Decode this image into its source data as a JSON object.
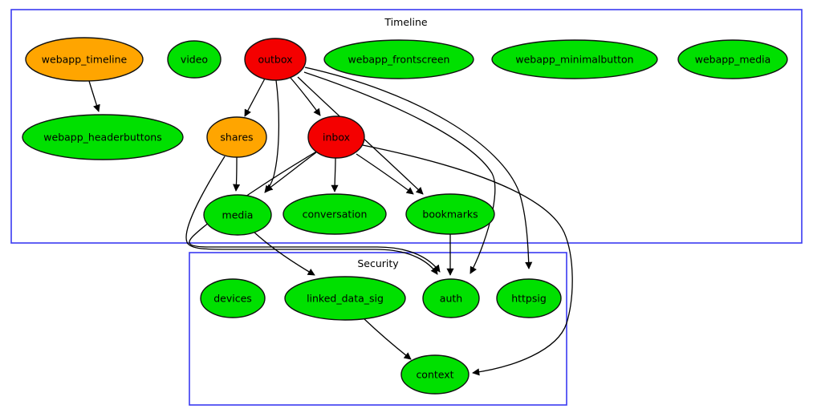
{
  "diagram": {
    "colors": {
      "green": "#00e000",
      "orange": "#ffa500",
      "red": "#f40000",
      "cluster_border": "#3a3af2",
      "node_border": "#111111",
      "edge": "#000000",
      "background": "#ffffff",
      "text": "#000000"
    },
    "clusters": [
      {
        "id": "timeline",
        "label": "Timeline"
      },
      {
        "id": "security",
        "label": "Security"
      }
    ],
    "nodes": [
      {
        "id": "webapp_timeline",
        "label": "webapp_timeline",
        "color": "orange",
        "cluster": "timeline"
      },
      {
        "id": "video",
        "label": "video",
        "color": "green",
        "cluster": "timeline"
      },
      {
        "id": "outbox",
        "label": "outbox",
        "color": "red",
        "cluster": "timeline"
      },
      {
        "id": "webapp_frontscreen",
        "label": "webapp_frontscreen",
        "color": "green",
        "cluster": "timeline"
      },
      {
        "id": "webapp_minimalbutton",
        "label": "webapp_minimalbutton",
        "color": "green",
        "cluster": "timeline"
      },
      {
        "id": "webapp_media",
        "label": "webapp_media",
        "color": "green",
        "cluster": "timeline"
      },
      {
        "id": "webapp_headerbuttons",
        "label": "webapp_headerbuttons",
        "color": "green",
        "cluster": "timeline"
      },
      {
        "id": "shares",
        "label": "shares",
        "color": "orange",
        "cluster": "timeline"
      },
      {
        "id": "inbox",
        "label": "inbox",
        "color": "red",
        "cluster": "timeline"
      },
      {
        "id": "media",
        "label": "media",
        "color": "green",
        "cluster": "timeline"
      },
      {
        "id": "conversation",
        "label": "conversation",
        "color": "green",
        "cluster": "timeline"
      },
      {
        "id": "bookmarks",
        "label": "bookmarks",
        "color": "green",
        "cluster": "timeline"
      },
      {
        "id": "devices",
        "label": "devices",
        "color": "green",
        "cluster": "security"
      },
      {
        "id": "linked_data_sig",
        "label": "linked_data_sig",
        "color": "green",
        "cluster": "security"
      },
      {
        "id": "auth",
        "label": "auth",
        "color": "green",
        "cluster": "security"
      },
      {
        "id": "httpsig",
        "label": "httpsig",
        "color": "green",
        "cluster": "security"
      },
      {
        "id": "context",
        "label": "context",
        "color": "green",
        "cluster": "security"
      }
    ],
    "edges": [
      {
        "from": "webapp_timeline",
        "to": "webapp_headerbuttons"
      },
      {
        "from": "outbox",
        "to": "shares"
      },
      {
        "from": "outbox",
        "to": "inbox"
      },
      {
        "from": "outbox",
        "to": "media"
      },
      {
        "from": "outbox",
        "to": "bookmarks"
      },
      {
        "from": "outbox",
        "to": "auth"
      },
      {
        "from": "outbox",
        "to": "httpsig"
      },
      {
        "from": "inbox",
        "to": "media"
      },
      {
        "from": "inbox",
        "to": "conversation"
      },
      {
        "from": "inbox",
        "to": "bookmarks"
      },
      {
        "from": "inbox",
        "to": "auth"
      },
      {
        "from": "inbox",
        "to": "context"
      },
      {
        "from": "shares",
        "to": "media"
      },
      {
        "from": "shares",
        "to": "auth"
      },
      {
        "from": "bookmarks",
        "to": "auth"
      },
      {
        "from": "media",
        "to": "linked_data_sig"
      },
      {
        "from": "linked_data_sig",
        "to": "context"
      }
    ]
  }
}
